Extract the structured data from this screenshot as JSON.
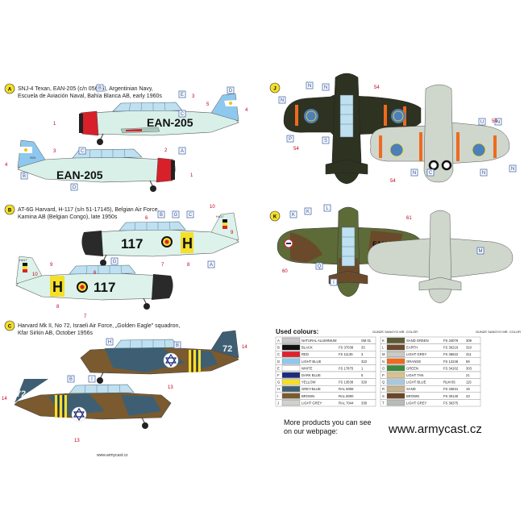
{
  "sections": {
    "A": {
      "letter": "A",
      "caption_lines": [
        "SNJ-4 Texan, EAN-205 (c/n 05635), Argentinian Navy,",
        "Escuela de Aviación Naval, Bahía Blanca AB, early 1960s"
      ],
      "code": "EAN-205"
    },
    "B": {
      "letter": "B",
      "caption_lines": [
        "AT-6G Harvard, H-117 (s/n 51-17145), Belgian Air Force,",
        "Kamina AB (Belgian Congo), late 1950s"
      ],
      "code_num": "117",
      "code_letter": "H"
    },
    "C": {
      "letter": "C",
      "caption_lines": [
        "Harvard Mk II, No 72, Israeli Air Force, „Golden Eagle\" squadron,",
        "Kfar Sirkin AB, October 1956s"
      ],
      "number": "72"
    },
    "J": {
      "letter": "J"
    },
    "K": {
      "letter": "K",
      "code": "FAU"
    }
  },
  "small_labels": {
    "H417": "H417",
    "S03": "S03"
  },
  "numbers": [
    "1",
    "2",
    "3",
    "4",
    "5",
    "6",
    "7",
    "8",
    "9",
    "10",
    "13",
    "14",
    "54",
    "60",
    "61"
  ],
  "letters": [
    "A",
    "B",
    "C",
    "D",
    "E",
    "F",
    "G",
    "H",
    "I",
    "J",
    "K",
    "L",
    "M",
    "N",
    "O",
    "P",
    "Q",
    "S",
    "U"
  ],
  "colour_table": {
    "title": "Used colours:",
    "header": "GUNZE SANGYO MR. COLOR",
    "left": [
      {
        "id": "A",
        "name": "NATURAL ALUMINIUM",
        "fs": "",
        "mr": "SM 01",
        "color": "#c8c8c8"
      },
      {
        "id": "B",
        "name": "BLACK",
        "fs": "FS 37038",
        "mr": "33",
        "color": "#111111"
      },
      {
        "id": "C",
        "name": "RED",
        "fs": "FS 11136",
        "mr": "3",
        "color": "#e0202a"
      },
      {
        "id": "D",
        "name": "LIGHT BLUE",
        "fs": "",
        "mr": "323",
        "color": "#8ec8ee"
      },
      {
        "id": "E",
        "name": "WHITE",
        "fs": "FS 17875",
        "mr": "1",
        "color": "#ffffff"
      },
      {
        "id": "F",
        "name": "DARK BLUE",
        "fs": "",
        "mr": "5",
        "color": "#1d2c7a"
      },
      {
        "id": "G",
        "name": "YELLOW",
        "fs": "FS 13538",
        "mr": "329",
        "color": "#f4df2a"
      },
      {
        "id": "H",
        "name": "GREY-BLUE",
        "fs": "RAL 5008",
        "mr": "",
        "color": "#3e5f73"
      },
      {
        "id": "I",
        "name": "BROWN",
        "fs": "RAL 8000",
        "mr": "",
        "color": "#7a5a2e"
      },
      {
        "id": "J",
        "name": "LIGHT GREY",
        "fs": "RAL 7044",
        "mr": "338",
        "color": "#cfd3cc"
      }
    ],
    "right": [
      {
        "id": "K",
        "name": "SAND GREEN",
        "fs": "FS 34079",
        "mr": "309",
        "color": "#5c5a32"
      },
      {
        "id": "L",
        "name": "EARTH",
        "fs": "FS 30219",
        "mr": "310",
        "color": "#6b4a2c"
      },
      {
        "id": "M",
        "name": "LIGHT GREY",
        "fs": "FS 36622",
        "mr": "311",
        "color": "#c9cbc4"
      },
      {
        "id": "N",
        "name": "ORANGE",
        "fs": "FS 12246",
        "mr": "59",
        "color": "#ef6a1e"
      },
      {
        "id": "O",
        "name": "GREEN",
        "fs": "FS 34102",
        "mr": "303",
        "color": "#3d8a3a"
      },
      {
        "id": "P",
        "name": "LIGHT TAN",
        "fs": "",
        "mr": "21",
        "color": "#d9c28e"
      },
      {
        "id": "Q",
        "name": "LIGHT BLUE",
        "fs": "RLM 65",
        "mr": "115",
        "color": "#a8c8de"
      },
      {
        "id": "R",
        "name": "SAND",
        "fs": "FS 33531",
        "mr": "19",
        "color": "#c8b48a"
      },
      {
        "id": "S",
        "name": "BROWN",
        "fs": "FS 30140",
        "mr": "43",
        "color": "#6a4628"
      },
      {
        "id": "T",
        "name": "LIGHT GREY",
        "fs": "FS 36375",
        "mr": "",
        "color": "#b8bcb8"
      }
    ]
  },
  "promo": {
    "line1": "More products you can see",
    "line2": "on our webpage:",
    "url": "www.armycast.cz",
    "small_url": "www.armycast.cz"
  }
}
